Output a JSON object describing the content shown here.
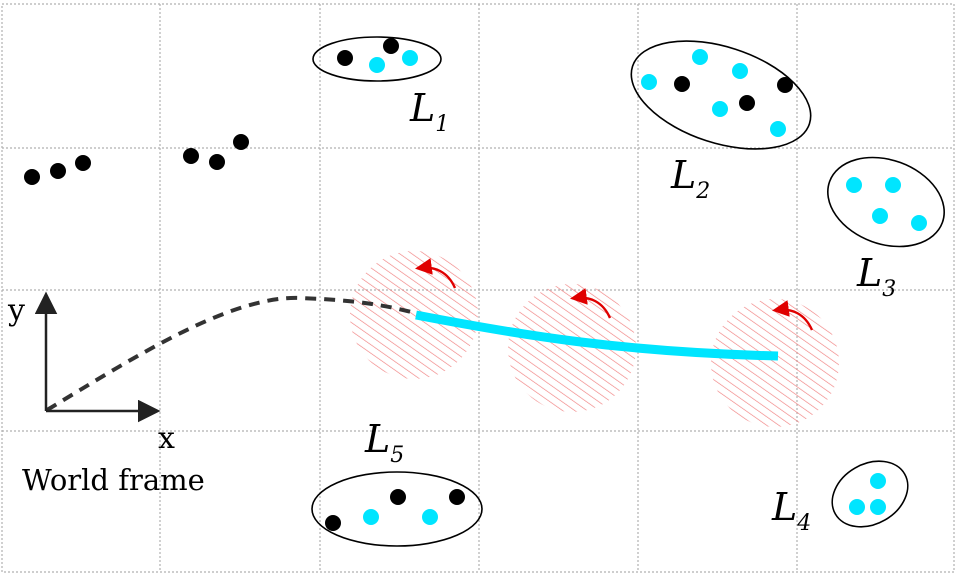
{
  "axes": {
    "x_label": "x",
    "y_label": "y",
    "frame_caption": "World frame"
  },
  "landmark_groups": [
    {
      "id": "L1",
      "letter": "L",
      "subscript": "1"
    },
    {
      "id": "L2",
      "letter": "L",
      "subscript": "2"
    },
    {
      "id": "L3",
      "letter": "L",
      "subscript": "3"
    },
    {
      "id": "L4",
      "letter": "L",
      "subscript": "4"
    },
    {
      "id": "L5",
      "letter": "L",
      "subscript": "5"
    }
  ],
  "colors": {
    "grid": "#b0b0b0",
    "black_point": "#000000",
    "cyan_point": "#00e5ff",
    "trajectory_past": "#333333",
    "trajectory_current": "#00e5ff",
    "uncertainty_hatch": "#f08080",
    "rotation_arrow": "#e00000"
  },
  "icons": {
    "rotation_arrow": "curved-arrow-icon",
    "axis_arrow": "arrowhead-icon"
  }
}
